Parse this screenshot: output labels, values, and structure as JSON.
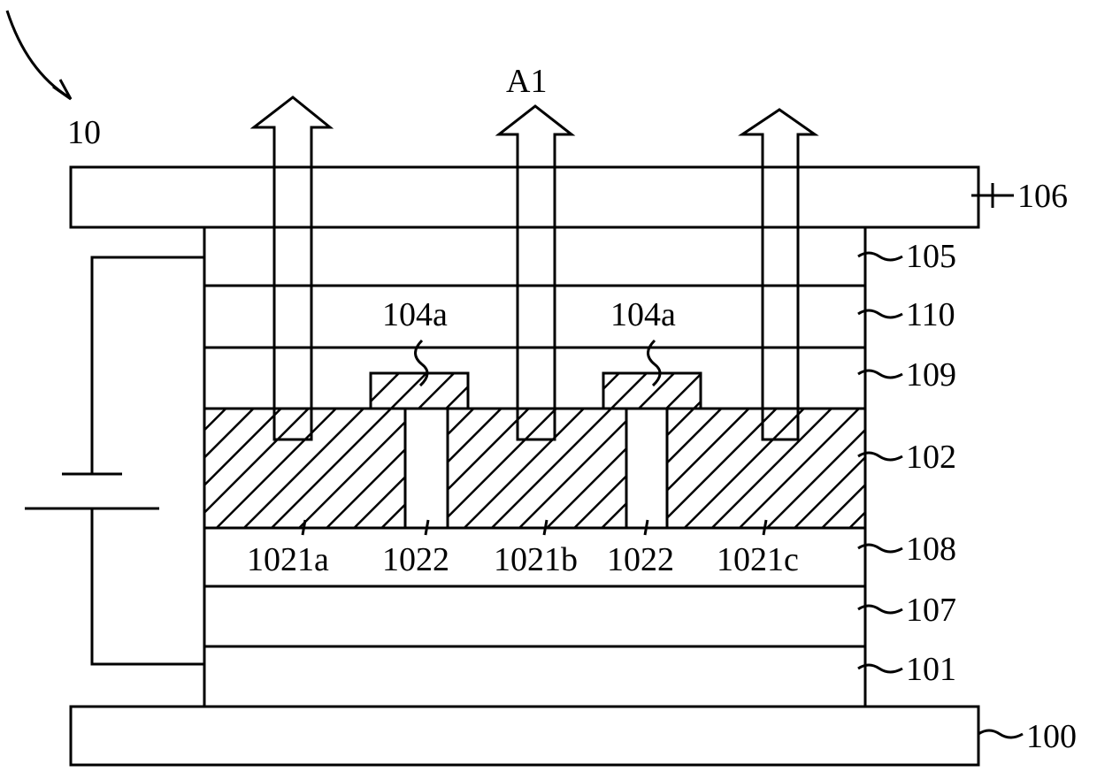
{
  "figure_ref": "10",
  "light_direction": "A1",
  "layers": {
    "top_substrate": "106",
    "upper_layer": "105",
    "layer_110": "110",
    "layer_109": "109",
    "patterned_layer": "102",
    "layer_108": "108",
    "layer_107": "107",
    "bottom_electrode": "101",
    "bottom_substrate": "100"
  },
  "pads": [
    "104a",
    "104a"
  ],
  "regions": {
    "region_a": "1021a",
    "gap_1": "1022",
    "region_b": "1021b",
    "gap_2": "1022",
    "region_c": "1021c"
  }
}
